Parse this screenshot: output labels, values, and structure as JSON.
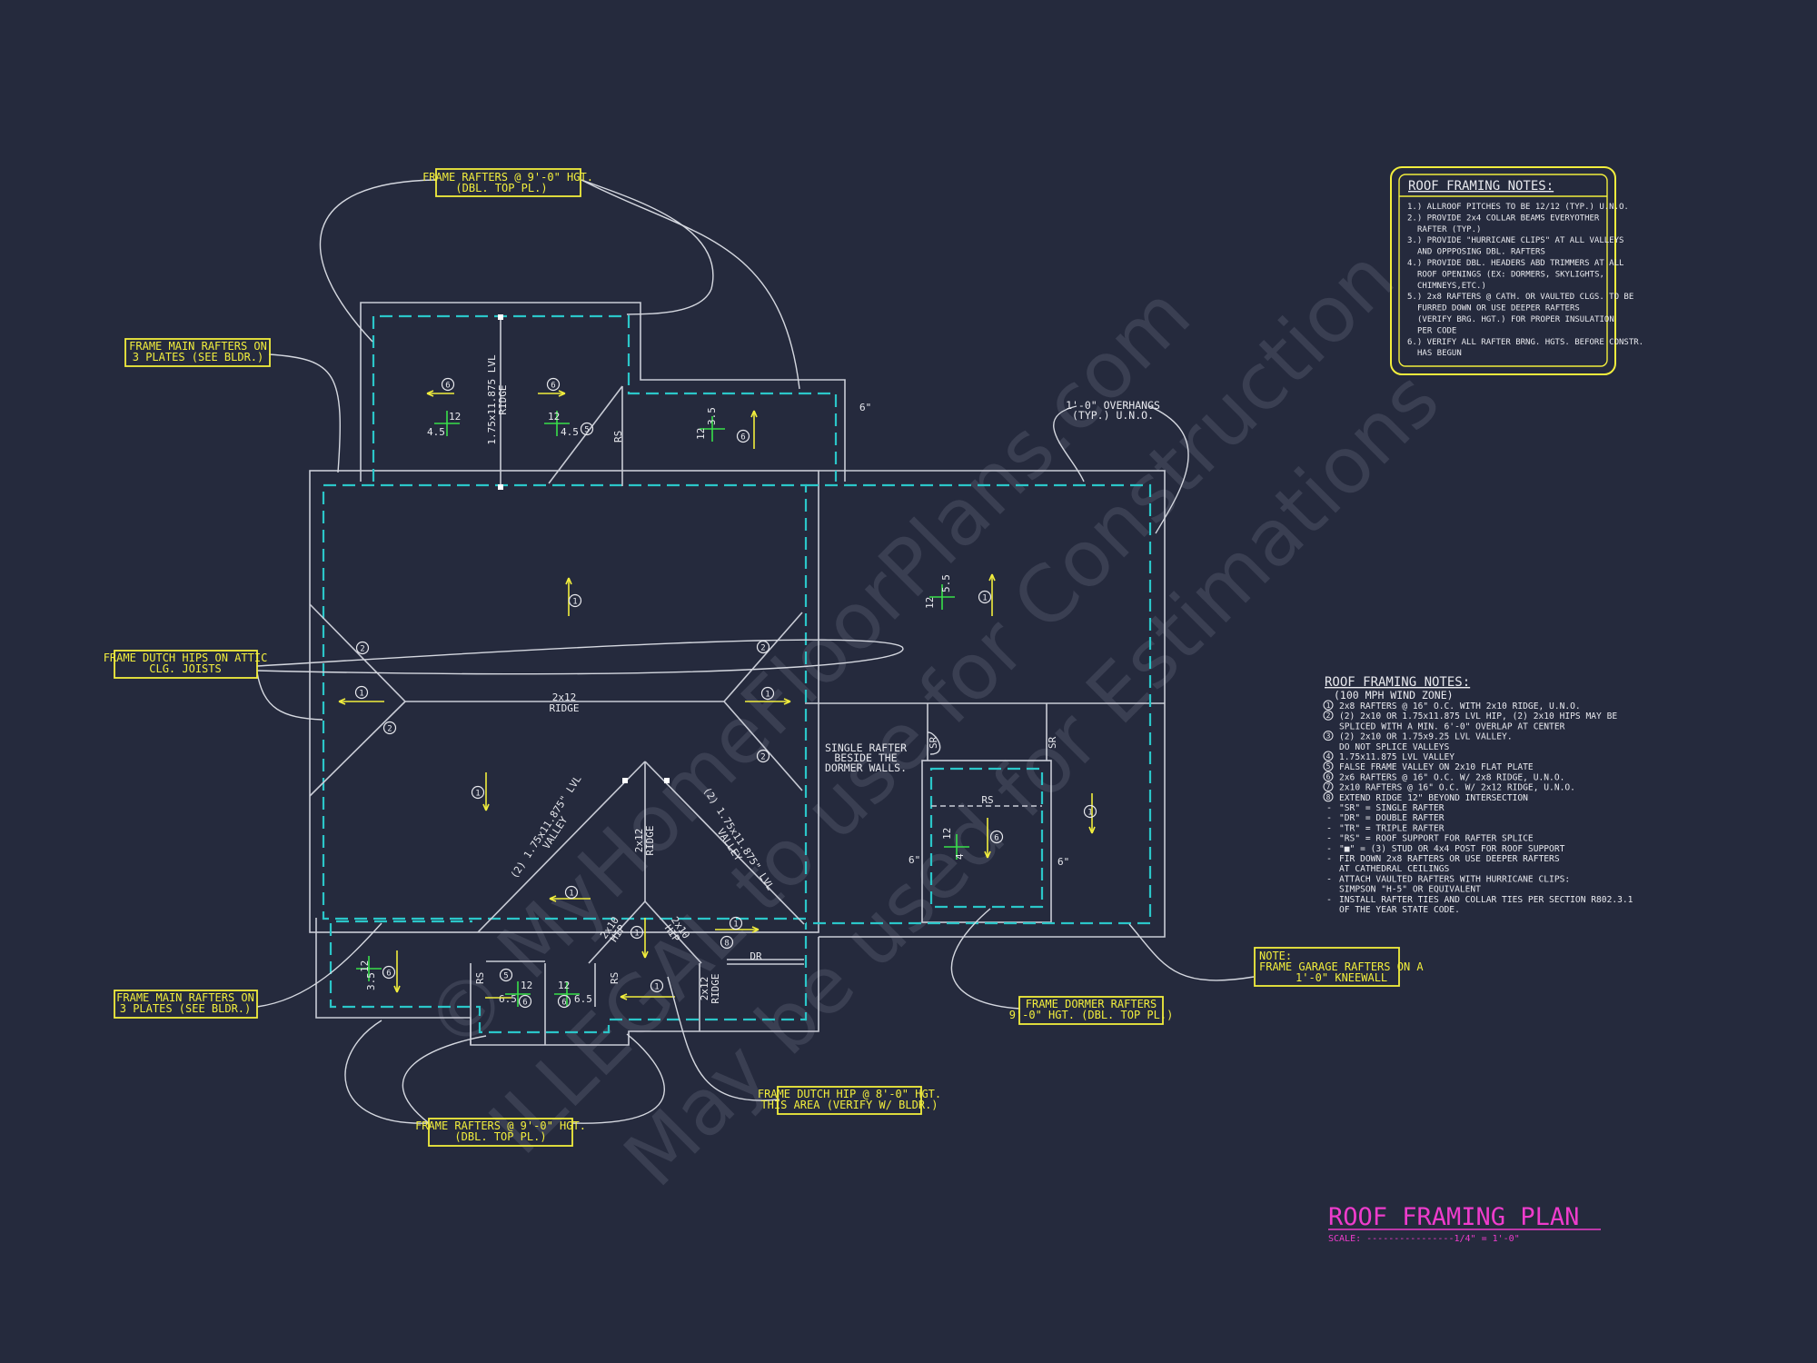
{
  "watermark": {
    "line1": "© MyHomeFloorPlans.com",
    "line2": "ILLEGAL to use for Construction",
    "line3": "May be used for Estimations"
  },
  "notes_box": {
    "title": "ROOF FRAMING NOTES:",
    "items": [
      "1.) ALLROOF PITCHES TO BE 12/12 (TYP.) U.N.O.",
      "2.) PROVIDE 2x4 COLLAR BEAMS EVERYOTHER",
      "RAFTER (TYP.)",
      "3.) PROVIDE \"HURRICANE CLIPS\" AT ALL VALLEYS",
      "AND OPPPOSING DBL. RAFTERS",
      "4.) PROVIDE DBL. HEADERS ABD TRIMMERS AT ALL",
      "ROOF OPENINGS (EX: DORMERS, SKYLIGHTS,",
      "CHIMNEYS,ETC.)",
      "5.) 2x8 RAFTERS @ CATH. OR VAULTED CLGS. TO BE",
      "FURRED DOWN OR USE DEEPER RAFTERS",
      "(VERIFY BRG. HGT.) FOR PROPER INSULATION",
      "PER CODE",
      "6.) VERIFY ALL RAFTER BRNG. HGTS. BEFORE CONSTR.",
      "HAS BEGUN"
    ]
  },
  "legend": {
    "title": "ROOF FRAMING NOTES:",
    "subtitle": "(100 MPH WIND ZONE)",
    "items": [
      {
        "key": "1",
        "text": "2x8 RAFTERS @ 16\" O.C. WITH 2x10 RIDGE, U.N.O."
      },
      {
        "key": "2",
        "text": "(2) 2x10 OR 1.75x11.875 LVL HIP, (2) 2x10 HIPS MAY BE"
      },
      {
        "key": "",
        "text": "SPLICED WITH A MIN. 6'-0\" OVERLAP AT CENTER"
      },
      {
        "key": "3",
        "text": "(2) 2x10 OR 1.75x9.25 LVL VALLEY."
      },
      {
        "key": "",
        "text": "DO NOT SPLICE VALLEYS"
      },
      {
        "key": "4",
        "text": "1.75x11.875 LVL VALLEY"
      },
      {
        "key": "5",
        "text": "FALSE FRAME VALLEY ON 2x10 FLAT PLATE"
      },
      {
        "key": "6",
        "text": "2x6 RAFTERS @ 16\" O.C. W/ 2x8 RIDGE, U.N.O."
      },
      {
        "key": "7",
        "text": "2x10 RAFTERS @ 16\" O.C. W/ 2x12 RIDGE, U.N.O."
      },
      {
        "key": "8",
        "text": "EXTEND RIDGE 12\" BEYOND INTERSECTION"
      },
      {
        "key": "-",
        "text": "\"SR\" = SINGLE RAFTER"
      },
      {
        "key": "-",
        "text": "\"DR\" = DOUBLE RAFTER"
      },
      {
        "key": "-",
        "text": "\"TR\" = TRIPLE RAFTER"
      },
      {
        "key": "-",
        "text": "\"RS\" = ROOF SUPPORT FOR RAFTER SPLICE"
      },
      {
        "key": "-",
        "text": "\"■\" = (3) STUD OR 4x4 POST FOR ROOF SUPPORT"
      },
      {
        "key": "-",
        "text": "FIR DOWN 2x8 RAFTERS OR USE DEEPER RAFTERS"
      },
      {
        "key": "",
        "text": "AT CATHEDRAL CEILINGS"
      },
      {
        "key": "-",
        "text": "ATTACH VAULTED RAFTERS WITH HURRICANE CLIPS:"
      },
      {
        "key": "",
        "text": "SIMPSON \"H-5\" OR EQUIVALENT"
      },
      {
        "key": "-",
        "text": "INSTALL RAFTER TIES AND COLLAR TIES PER SECTION R802.3.1"
      },
      {
        "key": "",
        "text": "OF THE YEAR STATE CODE."
      }
    ]
  },
  "callouts": {
    "top_frame": [
      "FRAME RAFTERS @ 9'-0\" HGT.",
      "(DBL. TOP PL.)"
    ],
    "main_plates_top": [
      "FRAME MAIN RAFTERS ON",
      "3 PLATES  (SEE BLDR.)"
    ],
    "dutch_hips": [
      "FRAME DUTCH HIPS ON ATTIC",
      "CLG. JOISTS"
    ],
    "main_plates_bottom": [
      "FRAME MAIN RAFTERS ON",
      "3 PLATES  (SEE BLDR.)"
    ],
    "bottom_frame": [
      "FRAME RAFTERS @ 9'-0\" HGT.",
      "(DBL. TOP PL.)"
    ],
    "dutch_hip_8": [
      "FRAME DUTCH HIP @ 8'-0\" HGT.",
      "THIS AREA (VERIFY W/ BLDR.)"
    ],
    "dormer": [
      "FRAME DORMER RAFTERS",
      "9'-0\" HGT. (DBL. TOP PL.)"
    ],
    "garage_note": [
      "NOTE:",
      "FRAME GARAGE RAFTERS ON A",
      "1'-0\" KNEEWALL"
    ],
    "overhangs": [
      "1'-0\" OVERHANGS",
      "(TYP.) U.N.O."
    ],
    "single_rafter": [
      "SINGLE RAFTER",
      "BESIDE THE",
      "DORMER WALLS."
    ]
  },
  "plan_labels": {
    "ridge_main": [
      "2x12",
      "RIDGE"
    ],
    "lvl_ridge": [
      "1.75x11.875 LVL",
      "RIDGE"
    ],
    "valley_left": [
      "(2) 1.75x11.875\" LVL",
      "VALLEY"
    ],
    "valley_right": [
      "(2) 1.75x11.875\" LVL",
      "VALLEY"
    ],
    "ridge_2x12_center": [
      "2x12",
      "RIDGE"
    ],
    "ridge_2x12_bottom": [
      "2x12",
      "RIDGE"
    ],
    "hip_left": [
      "2x10",
      "HIP"
    ],
    "hip_right": [
      "2x10",
      "HIP"
    ],
    "rs": "RS",
    "sr": "SR",
    "dr": "DR",
    "six_in": "6\"",
    "pitch_12": "12",
    "pitch_4_5": "4.5",
    "pitch_3_5": "3.5",
    "pitch_5_5": "5.5",
    "pitch_4": "4",
    "pitch_6_5": "6.5"
  },
  "title_block": {
    "title": "ROOF FRAMING PLAN",
    "scale": "SCALE: ----------------1/4\" = 1'-0\""
  }
}
